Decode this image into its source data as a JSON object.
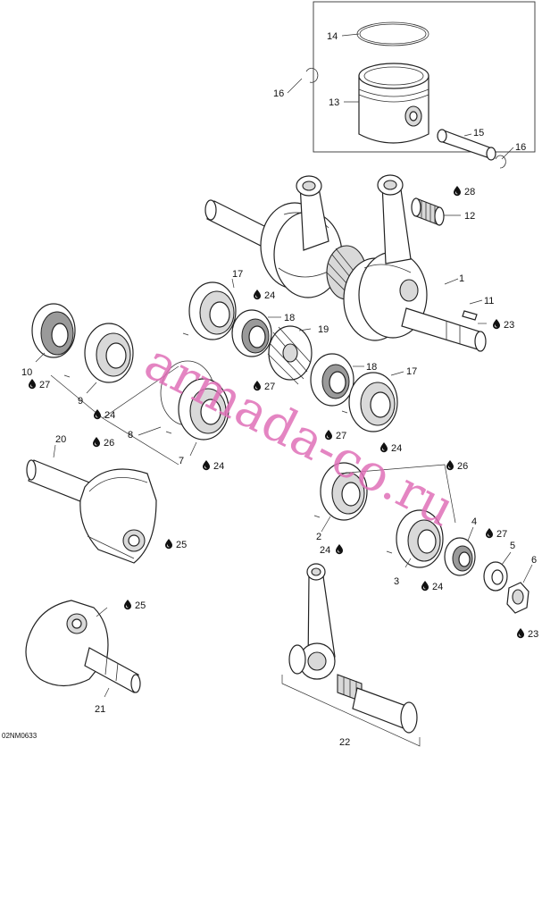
{
  "diagram": {
    "drawing_code": "02NM0633",
    "watermark": "armada-co.ru",
    "callouts": [
      {
        "id": "c14",
        "text": "14"
      },
      {
        "id": "c16a",
        "text": "16"
      },
      {
        "id": "c13",
        "text": "13"
      },
      {
        "id": "c15",
        "text": "15"
      },
      {
        "id": "c16b",
        "text": "16"
      },
      {
        "id": "c28",
        "text": "28"
      },
      {
        "id": "c12",
        "text": "12"
      },
      {
        "id": "c1",
        "text": "1"
      },
      {
        "id": "c11",
        "text": "11"
      },
      {
        "id": "c23a",
        "text": "23"
      },
      {
        "id": "c17a",
        "text": "17"
      },
      {
        "id": "c24a",
        "text": "24"
      },
      {
        "id": "c18a",
        "text": "18"
      },
      {
        "id": "c19",
        "text": "19"
      },
      {
        "id": "c27a",
        "text": "27"
      },
      {
        "id": "c18b",
        "text": "18"
      },
      {
        "id": "c17b",
        "text": "17"
      },
      {
        "id": "c27b",
        "text": "27"
      },
      {
        "id": "c24b",
        "text": "24"
      },
      {
        "id": "c10",
        "text": "10"
      },
      {
        "id": "c27c",
        "text": "27"
      },
      {
        "id": "c9",
        "text": "9"
      },
      {
        "id": "c24c",
        "text": "24"
      },
      {
        "id": "c8",
        "text": "8"
      },
      {
        "id": "c26a",
        "text": "26"
      },
      {
        "id": "c7",
        "text": "7"
      },
      {
        "id": "c24d",
        "text": "24"
      },
      {
        "id": "c20",
        "text": "20"
      },
      {
        "id": "c25a",
        "text": "25"
      },
      {
        "id": "c26b",
        "text": "26"
      },
      {
        "id": "c2",
        "text": "2"
      },
      {
        "id": "c24e",
        "text": "24"
      },
      {
        "id": "c4",
        "text": "4"
      },
      {
        "id": "c27d",
        "text": "27"
      },
      {
        "id": "c5",
        "text": "5"
      },
      {
        "id": "c6",
        "text": "6"
      },
      {
        "id": "c3",
        "text": "3"
      },
      {
        "id": "c24f",
        "text": "24"
      },
      {
        "id": "c23b",
        "text": "23"
      },
      {
        "id": "c25b",
        "text": "25"
      },
      {
        "id": "c21",
        "text": "21"
      },
      {
        "id": "c22",
        "text": "22"
      }
    ]
  }
}
